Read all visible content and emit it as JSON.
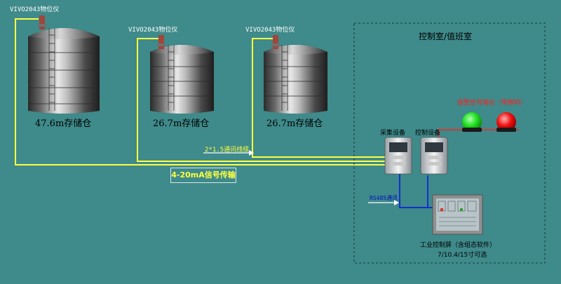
{
  "tanks": [
    {
      "sensor_label": "VIVO2043物位仪",
      "capacity_label": "47.6m存储仓"
    },
    {
      "sensor_label": "VIVO2043物位仪",
      "capacity_label": "26.7m存储仓"
    },
    {
      "sensor_label": "VIVO2043物位仪",
      "capacity_label": "26.7m存储仓"
    }
  ],
  "control_room": {
    "title": "控制室/值班室",
    "collector_label": "采集设备",
    "controller_label": "控制设备",
    "alarm_label": "报警信号输出（带蜂鸣）",
    "screen_label": "工业控制屏（含组态软件）",
    "screen_sizes": "7/10.4/15寸可选"
  },
  "wiring": {
    "cable_label": "2*1.5通讯线缆",
    "signal_label": "4-20mA信号传输",
    "rs485_label": "RS485通讯"
  },
  "colors": {
    "background": "#3f8a8a",
    "signal_line": "#ffff40",
    "rs485_line": "#1030d0",
    "alarm_line": "#ff2020",
    "light_green": "#20e020",
    "light_red": "#f01010"
  }
}
